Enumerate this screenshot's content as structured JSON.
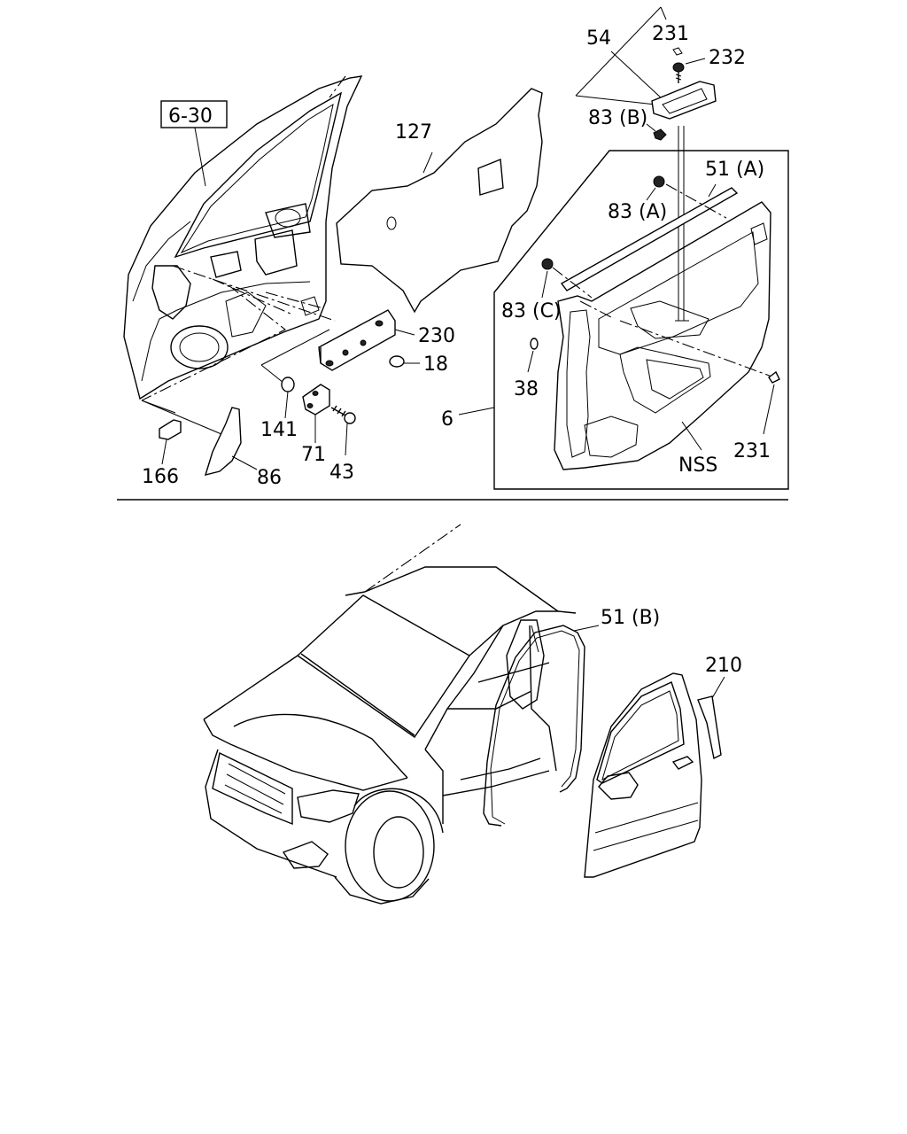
{
  "labels": {
    "ref_box": "6-30",
    "p127": "127",
    "p54": "54",
    "p231_top": "231",
    "p232": "232",
    "p83b": "83 (B)",
    "p51a": "51 (A)",
    "p83a": "83 (A)",
    "p83c": "83 (C)",
    "p38": "38",
    "p6": "6",
    "p231_bottom": "231",
    "nss": "NSS",
    "p230": "230",
    "p18": "18",
    "p141": "141",
    "p71": "71",
    "p43": "43",
    "p166": "166",
    "p86": "86",
    "p51b": "51 (B)",
    "p210": "210"
  },
  "icons": [
    "door-inner-panel",
    "insulator-sheet",
    "door-trim-panel",
    "pull-handle",
    "clip",
    "screw",
    "hinge",
    "vehicle-body",
    "door-weatherstrip",
    "front-door"
  ]
}
